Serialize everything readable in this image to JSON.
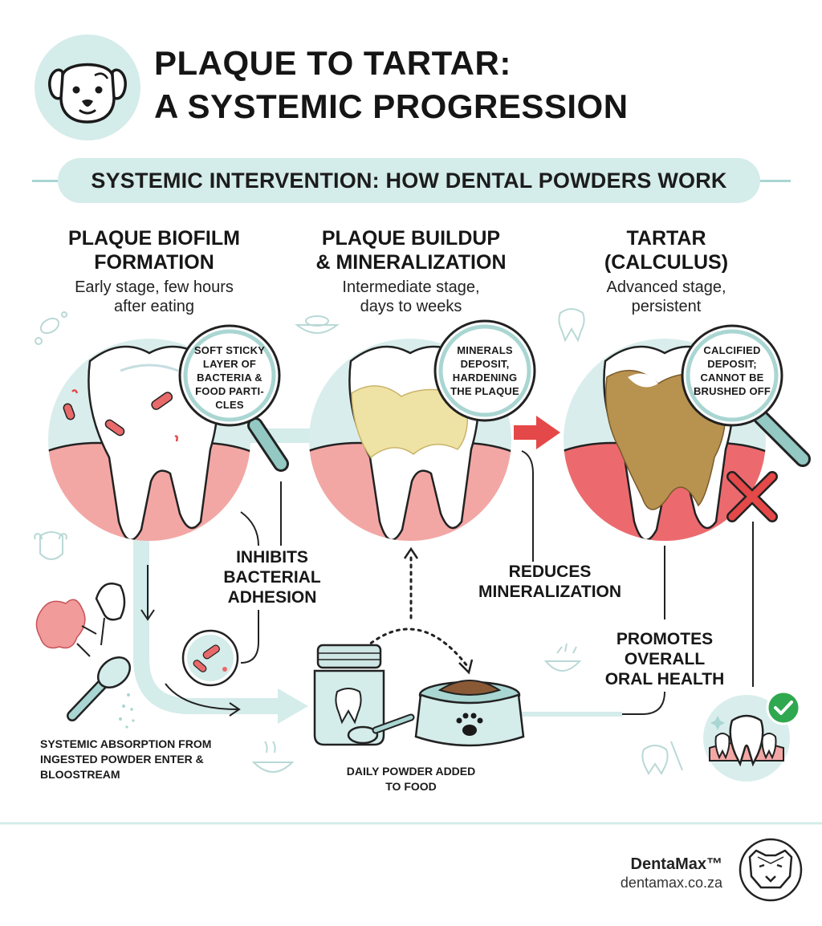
{
  "header": {
    "title_line1": "PLAQUE TO TARTAR:",
    "title_line2": "A SYSTEMIC PROGRESSION",
    "banner": "SYSTEMIC INTERVENTION: HOW DENTAL POWDERS WORK",
    "logo_icon": "dog-face-icon"
  },
  "stages": [
    {
      "title_line1": "PLAQUE BIOFILM",
      "title_line2": "FORMATION",
      "sub_line1": "Early stage, few hours",
      "sub_line2": "after eating",
      "lens_lines": [
        "SOFT STICKY",
        "LAYER OF",
        "BACTERIA &",
        "FOOD PARTI-",
        "CLES"
      ]
    },
    {
      "title_line1": "PLAQUE BUILDUP",
      "title_line2": "& MINERALIZATION",
      "sub_line1": "Intermediate stage,",
      "sub_line2": "days to weeks",
      "lens_lines": [
        "MINERALS",
        "DEPOSIT,",
        "HARDENING",
        "THE PLAQUE"
      ]
    },
    {
      "title_line1": "TARTAR",
      "title_line2": "(CALCULUS)",
      "sub_line1": "Advanced stage,",
      "sub_line2": "persistent",
      "lens_lines": [
        "CALCIFIED",
        "DEPOSIT;",
        "CANNOT BE",
        "BRUSHED OFF"
      ]
    }
  ],
  "actions": {
    "inhibits": [
      "INHIBITS",
      "BACTERIAL",
      "ADHESION"
    ],
    "reduces": [
      "REDUCES",
      "MINERALIZATION"
    ],
    "promotes": [
      "PROMOTES",
      "OVERALL",
      "ORAL HEALTH"
    ]
  },
  "captions": {
    "absorption": [
      "SYSTEMIC ABSORPTION FROM",
      "INGESTED POWDER ENTER &",
      "BLOOSTREAM"
    ],
    "daily": [
      "DAILY POWDER ADDED",
      "TO FOOD"
    ]
  },
  "brand": {
    "name": "DentaMax™",
    "url": "dentamax.co.za",
    "logo_icon": "dog-badge-icon"
  },
  "colors": {
    "teal_light": "#d4ecea",
    "teal": "#a9d6d2",
    "gum": "#f3a7a5",
    "gum_inflamed": "#e8505a",
    "plaque": "#e8d38a",
    "tartar": "#b8924f",
    "arrow_red": "#e54848",
    "check_green": "#2fa84f"
  }
}
